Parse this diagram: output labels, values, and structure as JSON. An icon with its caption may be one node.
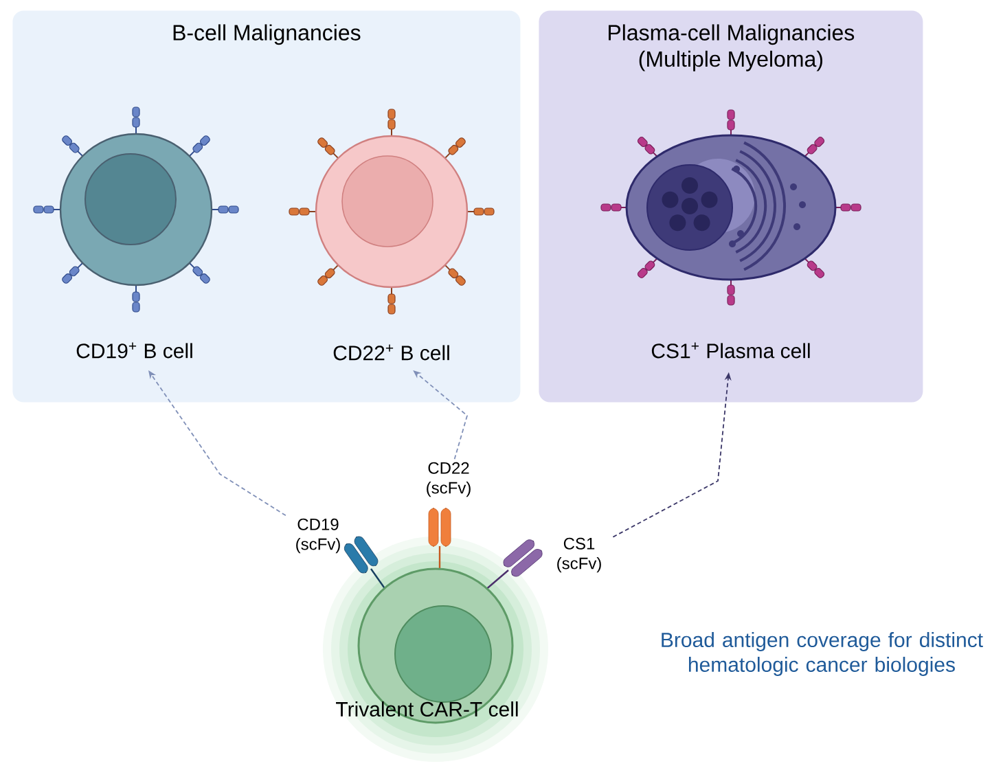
{
  "diagram": {
    "nodes": [
      {
        "text": [
          "B-cell Malignancies"
        ]
      },
      {
        "text": [
          "CD19$^{+}$ B cell"
        ],
        "in": 0
      },
      {
        "text": [
          "CD22$^{+}$ B cell"
        ],
        "in": 0
      },
      {
        "text": [
          "Plasma-cell Malignancies (Multiple Myeloma)"
        ]
      },
      {
        "text": [
          "CS1$^{+}$ Plasma cell"
        ],
        "in": 3
      },
      {
        "text": [
          "Trivalent CAR-T cell"
        ]
      },
      {
        "text": [
          "CD19 (scFv)"
        ]
      },
      {
        "text": [
          "CD22 (scFv)"
        ]
      },
      {
        "text": [
          "CS1 (scFv)"
        ]
      }
    ],
    "edges": [
      {
        "from": 6,
        "to": 1,
        "arrow": "to",
        "style": "dashed"
      },
      {
        "from": 7,
        "to": 2,
        "arrow": "to",
        "style": "dashed"
      },
      {
        "from": 8,
        "to": 4,
        "arrow": "to",
        "style": "dashed",
        "color": "#3b3768"
      }
    ],
    "labels": [
      "Broad antigen coverage for distinct hematologic cancer biologies"
    ]
  }
}
